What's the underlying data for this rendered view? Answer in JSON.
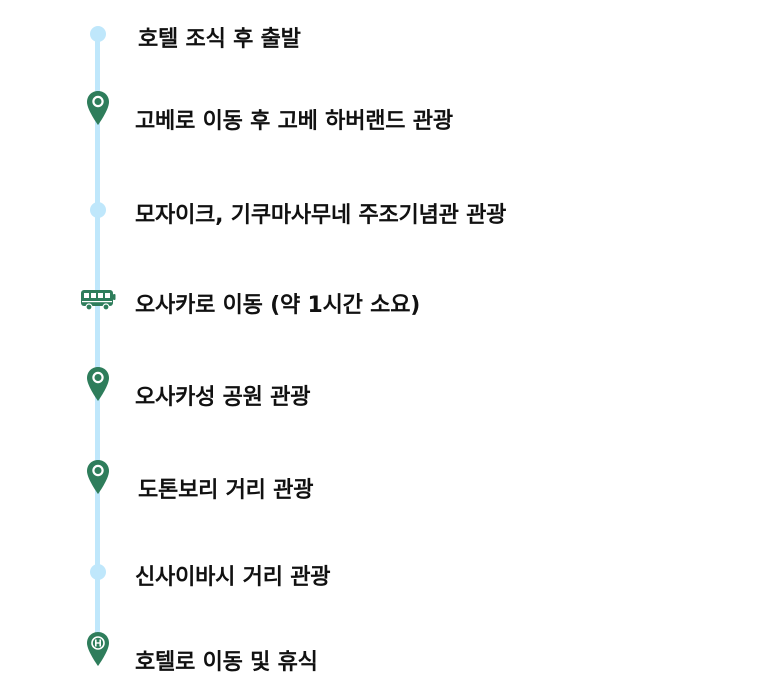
{
  "itinerary": {
    "steps": [
      {
        "label": "호텔 조식 후 출발",
        "icon": "dot-icon"
      },
      {
        "label": "고베로 이동 후 고베 하버랜드 관광",
        "icon": "location-pin-icon"
      },
      {
        "label": "모자이크, 기쿠마사무네 주조기념관 관광",
        "icon": "dot-icon"
      },
      {
        "label": "오사카로 이동 (약 1시간 소요)",
        "icon": "bus-icon"
      },
      {
        "label": "오사카성 공원 관광",
        "icon": "location-pin-icon"
      },
      {
        "label": "도톤보리 거리 관광",
        "icon": "location-pin-icon"
      },
      {
        "label": "신사이바시 거리 관광",
        "icon": "dot-icon"
      },
      {
        "label": "호텔로 이동 및 휴식",
        "icon": "hotel-pin-icon"
      }
    ]
  },
  "colors": {
    "rail": "#bfe7fb",
    "dot": "#bfe7fb",
    "pin": "#2e7d5b",
    "bus": "#2e7d5b",
    "text": "#111111"
  }
}
